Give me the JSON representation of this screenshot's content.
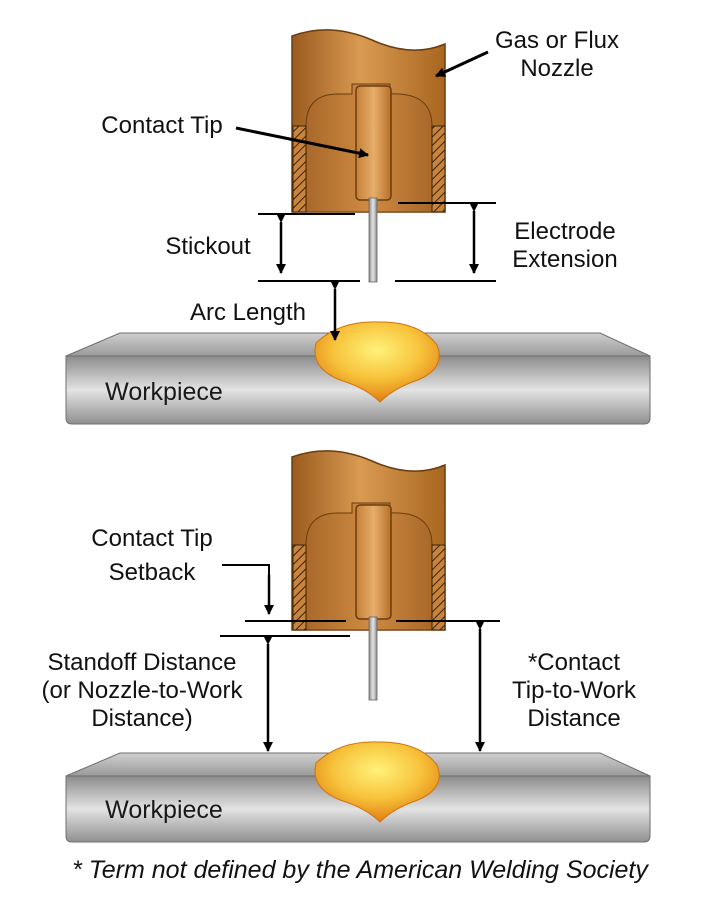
{
  "labels": {
    "nozzle": [
      "Gas or Flux",
      "Nozzle"
    ],
    "contact_tip": "Contact Tip",
    "stickout": "Stickout",
    "electrode_extension": [
      "Electrode",
      "Extension"
    ],
    "arc_length": "Arc Length",
    "workpiece": "Workpiece",
    "contact_tip_setback": [
      "Contact Tip",
      "Setback"
    ],
    "standoff_distance": [
      "Standoff Distance",
      "(or Nozzle-to-Work",
      "Distance)"
    ],
    "contact_tip_to_work": [
      "*Contact",
      "Tip-to-Work",
      "Distance"
    ]
  },
  "footnote": "* Term not defined by the American Welding Society",
  "colors": {
    "copper_light": "#e0a560",
    "copper_mid": "#c47f35",
    "copper_dark": "#8a5019",
    "plate_light": "#d4d4d4",
    "plate_dark": "#7a7a7a",
    "weld_yellow": "#ffe566",
    "weld_orange": "#e68a1a",
    "line": "#000000"
  }
}
